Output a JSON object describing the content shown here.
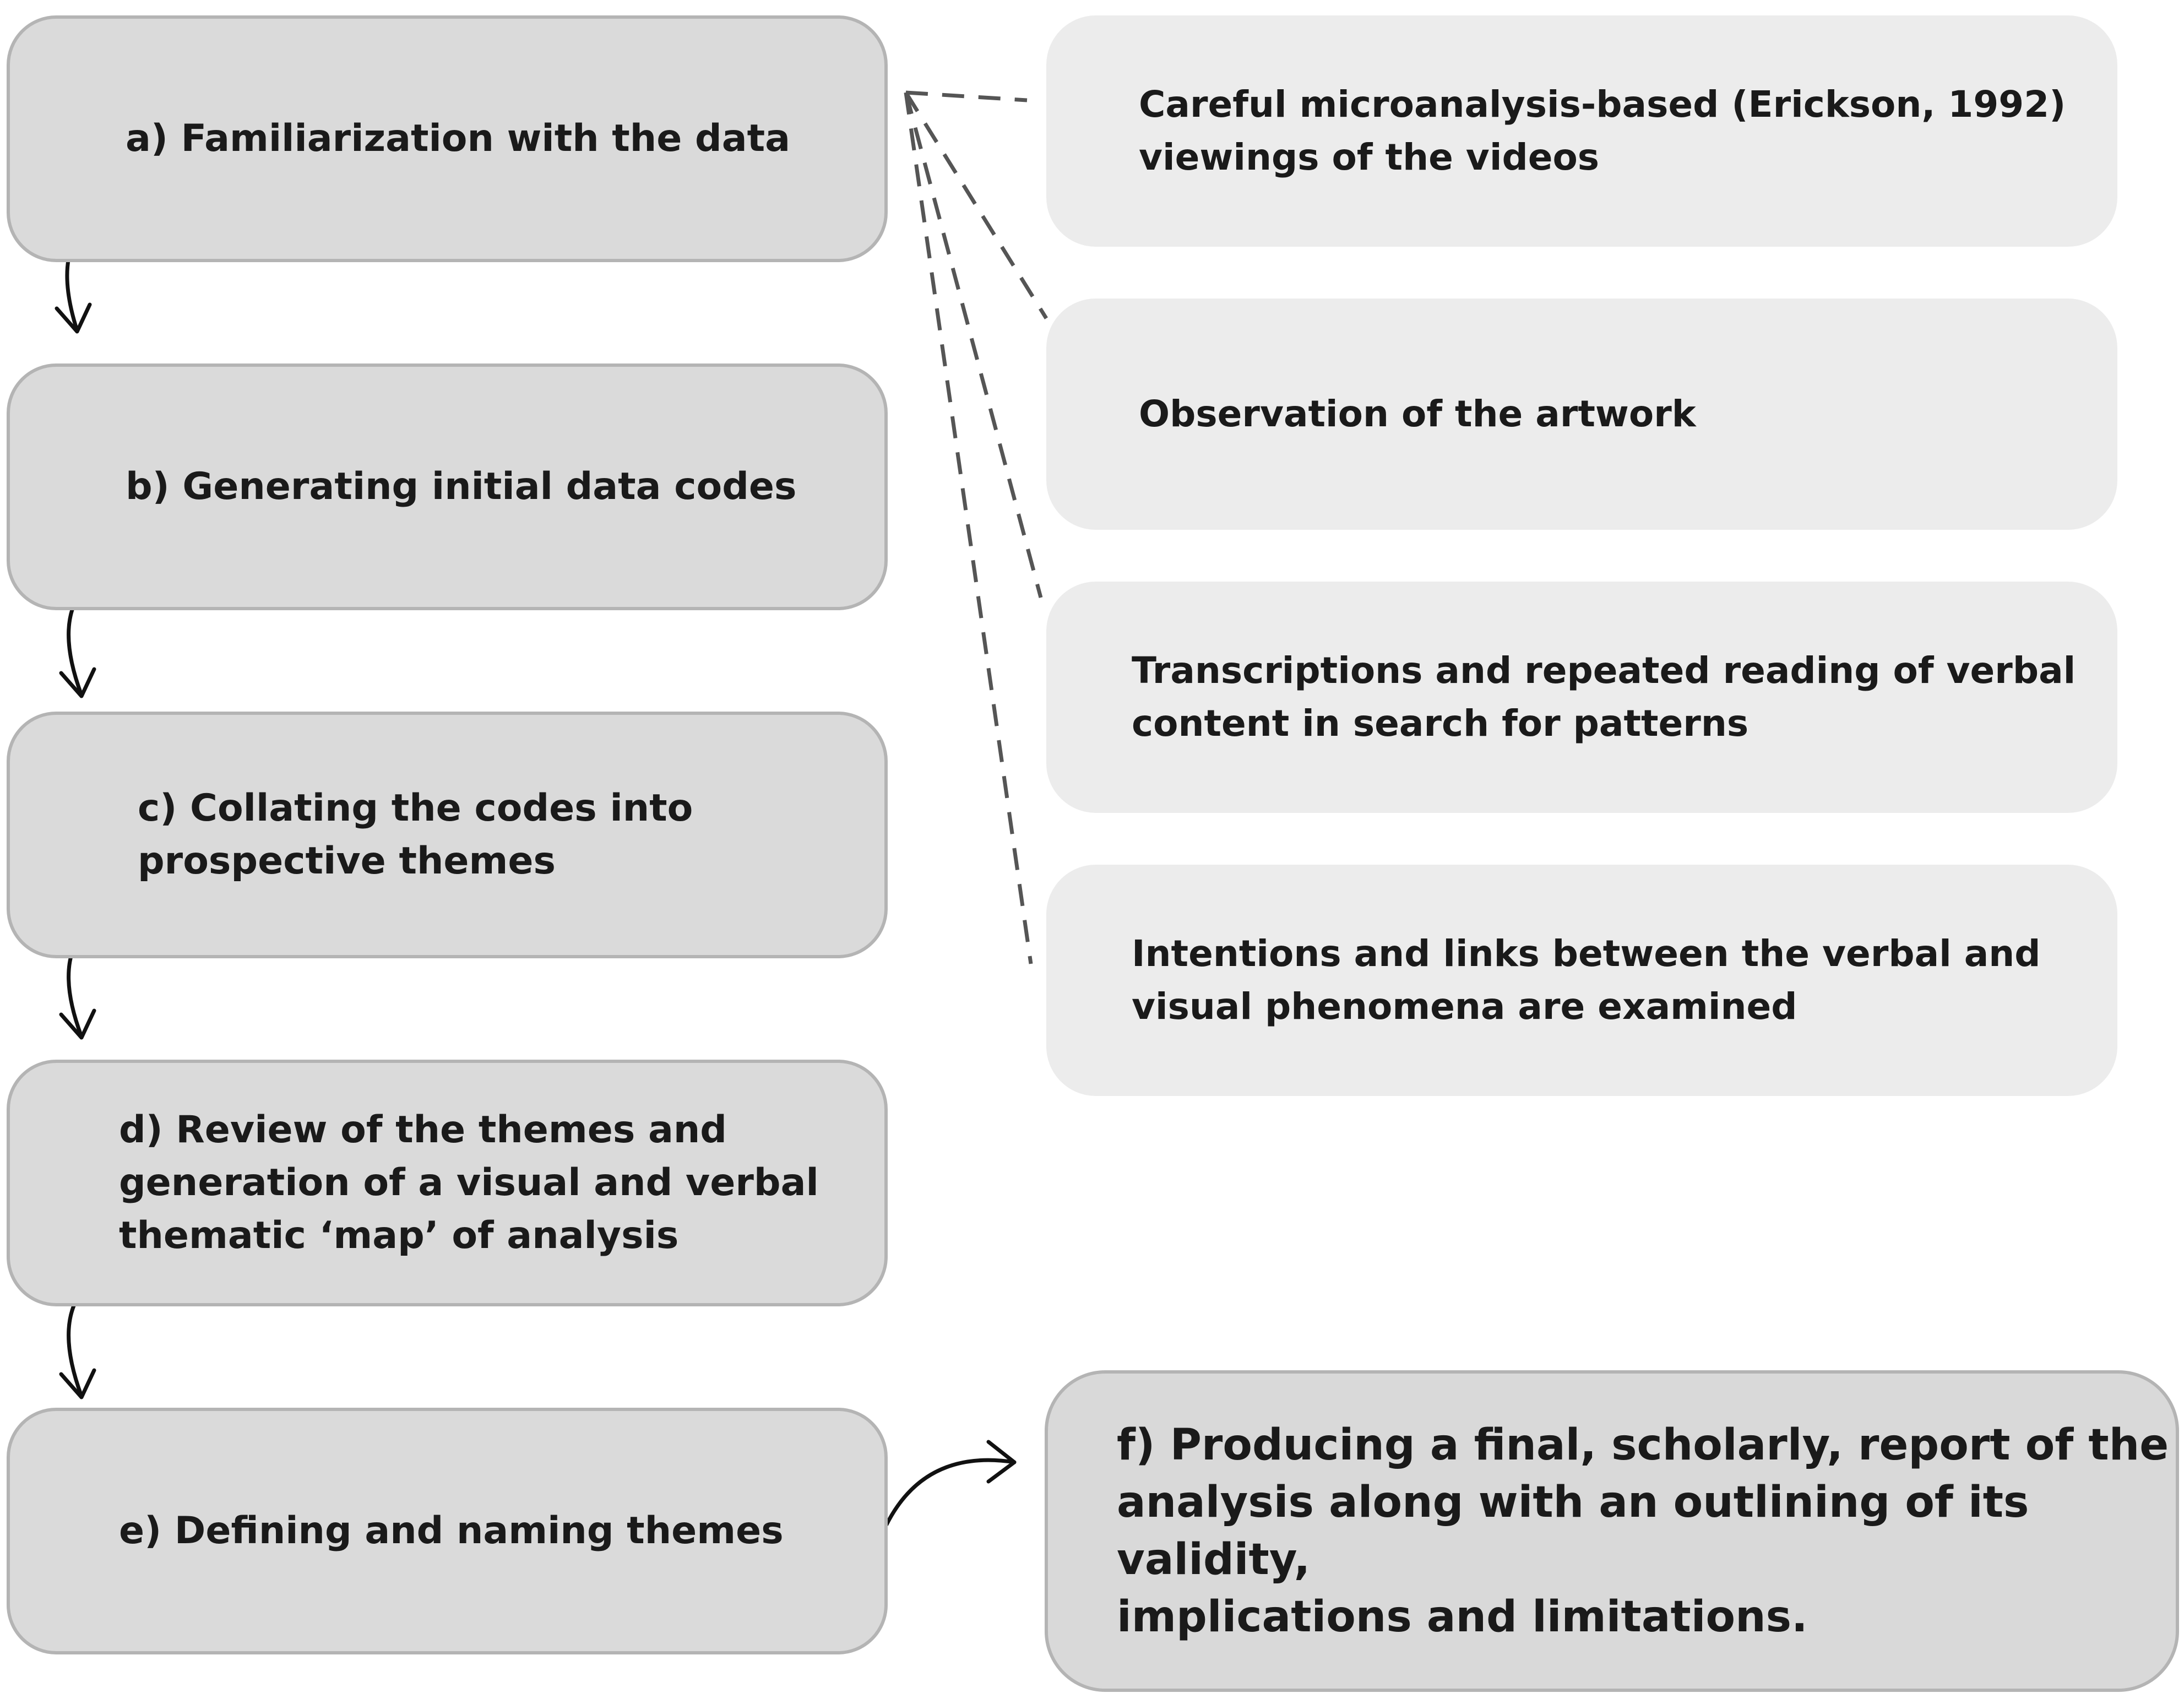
{
  "steps": [
    {
      "label": "a) Familiarization with the data"
    },
    {
      "label": "b) Generating initial data codes"
    },
    {
      "label": "c) Collating the codes into\nprospective themes"
    },
    {
      "label": "d) Review of the themes and\ngeneration of a visual and verbal\nthematic ‘map’ of analysis"
    },
    {
      "label": "e) Defining and naming themes"
    }
  ],
  "details": [
    {
      "label": "Careful microanalysis-based (Erickson, 1992)\nviewings of the videos"
    },
    {
      "label": "Observation of the artwork"
    },
    {
      "label": "Transcriptions and repeated reading of verbal\ncontent in search for patterns"
    },
    {
      "label": "Intentions and links between the verbal and\nvisual phenomena are examined"
    }
  ],
  "final_step": {
    "label": "f) Producing a final, scholarly, report of the\nanalysis along with an outlining of its validity,\nimplications and limitations."
  },
  "colors": {
    "step_fill": "#dadada",
    "step_border": "#b4b4b4",
    "detail_fill": "#ececec",
    "connector": "#555555",
    "arrow": "#111111"
  }
}
